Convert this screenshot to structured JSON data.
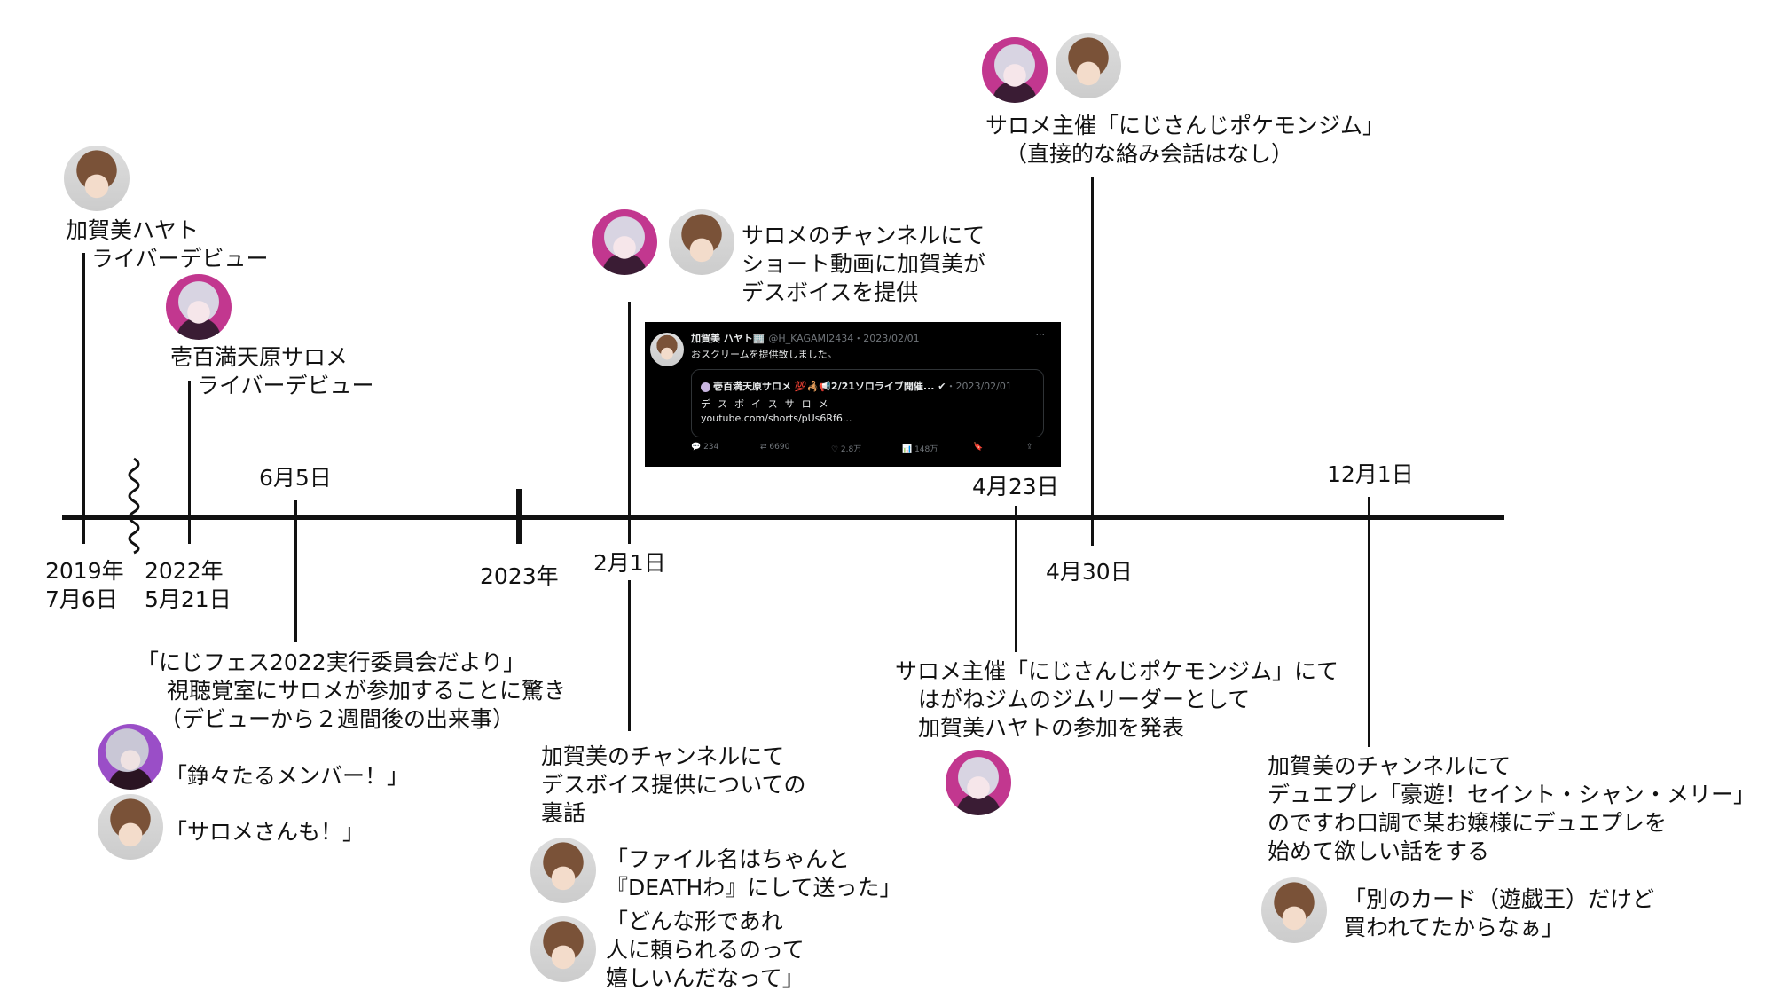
{
  "events": {
    "hayato_debut": {
      "lines": [
        "加賀美ハヤト",
        "ライバーデビュー"
      ],
      "date": [
        "2019年",
        "7月6日"
      ]
    },
    "salome_debut": {
      "lines": [
        "壱百満天原サロメ",
        "ライバーデビュー"
      ],
      "date": [
        "2022年",
        "5月21日"
      ]
    },
    "june5": {
      "date": "6月5日",
      "lines": [
        "「にじフェス2022実行委員会だより」",
        "視聴覚室にサロメが参加することに驚き",
        "（デビューから２週間後の出来事）"
      ],
      "quotes": [
        "「錚々たるメンバー！」",
        "「サロメさんも！」"
      ]
    },
    "year2023": {
      "label": "2023年"
    },
    "feb1": {
      "date": "2月1日",
      "top_lines": [
        "サロメのチャンネルにて",
        "ショート動画に加賀美が",
        "デスボイスを提供"
      ],
      "bottom_lines": [
        "加賀美のチャンネルにて",
        "デスボイス提供についての",
        "裏話"
      ],
      "quote1": [
        "「ファイル名はちゃんと",
        "『DEATHわ』にして送った」"
      ],
      "quote2": [
        "「どんな形であれ",
        "人に頼られるのって",
        "嬉しいんだなって」"
      ]
    },
    "apr23": {
      "date": "4月23日",
      "lines": [
        "サロメ主催「にじさんじポケモンジム」にて",
        "はがねジムのジムリーダーとして",
        "加賀美ハヤトの参加を発表"
      ]
    },
    "apr30": {
      "date": "4月30日",
      "lines": [
        "サロメ主催「にじさんじポケモンジム」",
        "（直接的な絡み会話はなし）"
      ]
    },
    "dec1": {
      "date": "12月1日",
      "lines": [
        "加賀美のチャンネルにて",
        "デュエプレ「豪遊！セイント・シャン・メリー」",
        "のですわ口調で某お嬢様にデュエプレを",
        "始めて欲しい話をする"
      ],
      "quote": [
        "「別のカード（遊戯王）だけど",
        "買われてたからなぁ」"
      ]
    }
  },
  "tweet": {
    "name": "加賀美 ハヤト🏢",
    "handle": "@H_KAGAMI2434・2023/02/01",
    "more": "···",
    "text": "おスクリームを提供致しました。",
    "quote_name": "壱百満天原サロメ 💯🦂📢2/21ソロライブ開催... ✔",
    "quote_date": "・2023/02/01",
    "quote_text": "デスボイスサロメ",
    "quote_link": "youtube.com/shorts/pUs6Rf6...",
    "replies": "💬 234",
    "retweets": "⇄ 6690",
    "likes": "♡ 2.8万",
    "views": "📊 148万",
    "bookmark": "🔖",
    "share": "⇪"
  }
}
